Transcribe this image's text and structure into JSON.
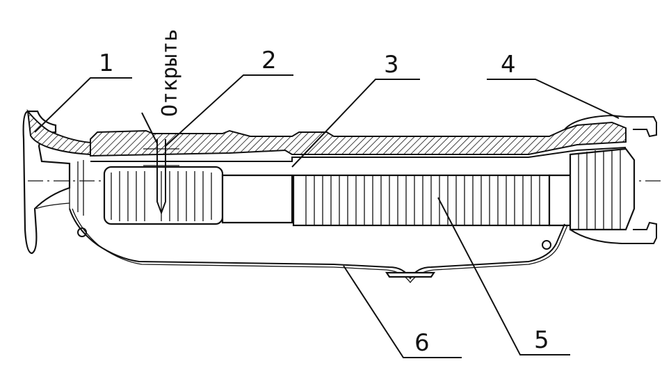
{
  "title": "",
  "annotation": {
    "text": "Открыть"
  },
  "callouts": [
    {
      "id": "1",
      "label": "1"
    },
    {
      "id": "2",
      "label": "2"
    },
    {
      "id": "3",
      "label": "3"
    },
    {
      "id": "4",
      "label": "4"
    },
    {
      "id": "5",
      "label": "5"
    },
    {
      "id": "6",
      "label": "6"
    }
  ],
  "colors": {
    "ink": "#111111",
    "background": "#ffffff"
  }
}
